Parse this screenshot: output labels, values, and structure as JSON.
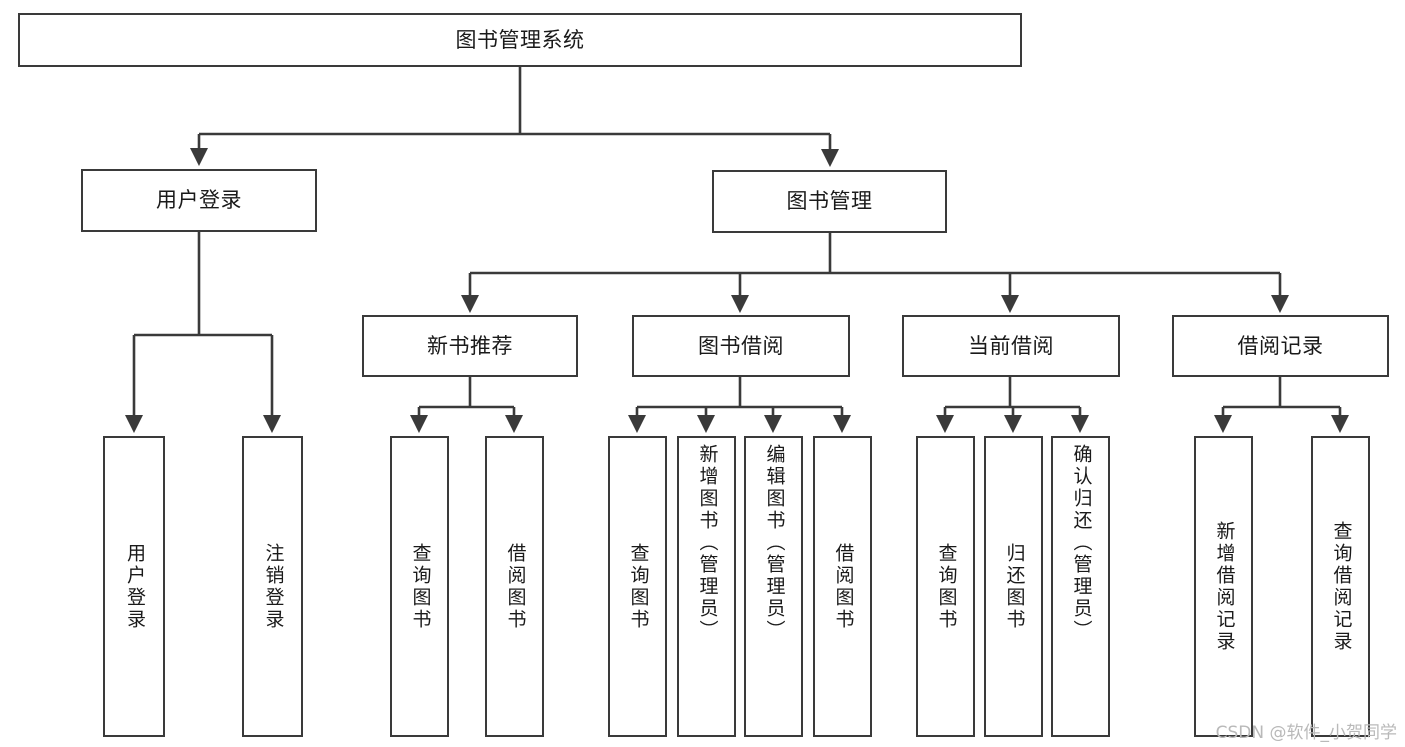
{
  "diagram": {
    "title": "图书管理系统",
    "type": "tree-hierarchy",
    "watermark": "CSDN @软件_小贺同学",
    "colors": {
      "box_border": "#3a3a3a",
      "box_fill": "#ffffff",
      "edge": "#3a3a3a",
      "text": "#1a1a1a",
      "watermark": "#b9b9b9"
    }
  },
  "nodes": {
    "root": {
      "label": "图书管理系统"
    },
    "level2": [
      {
        "label": "用户登录"
      },
      {
        "label": "图书管理"
      }
    ],
    "level3": [
      {
        "label": "新书推荐"
      },
      {
        "label": "图书借阅"
      },
      {
        "label": "当前借阅"
      },
      {
        "label": "借阅记录"
      }
    ],
    "leaves": {
      "user_login": [
        {
          "label": "用户登录"
        },
        {
          "label": "注销登录"
        }
      ],
      "new_book": [
        {
          "label": "查询图书"
        },
        {
          "label": "借阅图书"
        }
      ],
      "book_borrow": [
        {
          "label": "查询图书"
        },
        {
          "label": "新增图书（管理员）"
        },
        {
          "label": "编辑图书（管理员）"
        },
        {
          "label": "借阅图书"
        }
      ],
      "current_borrow": [
        {
          "label": "查询图书"
        },
        {
          "label": "归还图书"
        },
        {
          "label": "确认归还（管理员）"
        }
      ],
      "borrow_record": [
        {
          "label": "新增借阅记录"
        },
        {
          "label": "查询借阅记录"
        }
      ]
    }
  }
}
